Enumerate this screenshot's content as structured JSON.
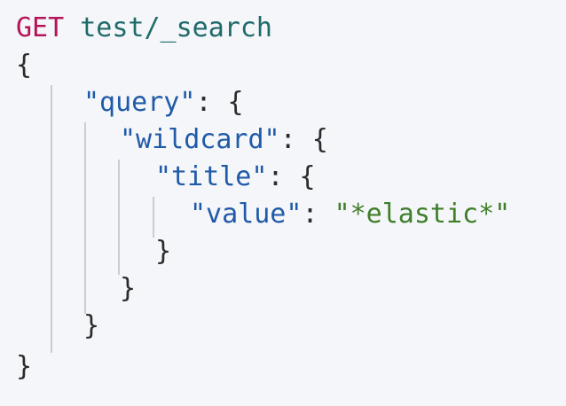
{
  "request": {
    "method": "GET",
    "path": "test/_search"
  },
  "code": {
    "open_brace": "{",
    "close_brace": "}",
    "colon_open": ": {",
    "colon": ": ",
    "query_key": "\"query\"",
    "wildcard_key": "\"wildcard\"",
    "title_key": "\"title\"",
    "value_key": "\"value\"",
    "value_string": "\"*elastic*\""
  }
}
